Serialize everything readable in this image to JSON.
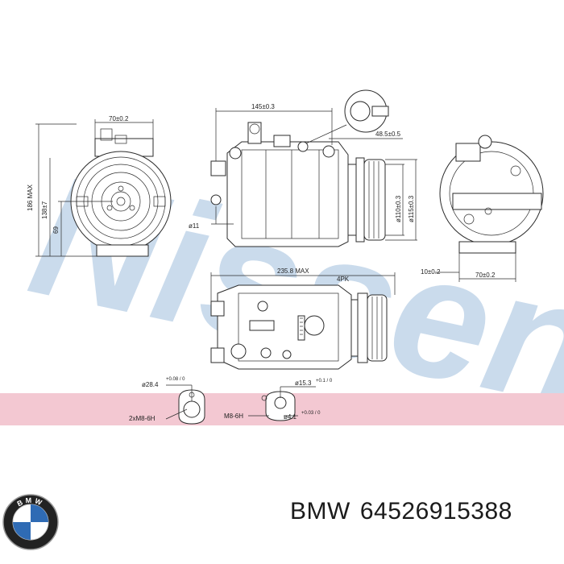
{
  "watermark": {
    "text": "Nissens",
    "color": "#b9cfe6"
  },
  "band_color": "#f3c8d2",
  "dimensions": {
    "width_top": "70±0.2",
    "height_max": "186 MAX",
    "height_mid": "138±7",
    "height_low": "69",
    "length_top": "145±0.3",
    "pulley_offset": "48.5±0.5",
    "hole_dia": "ø11",
    "pulley_dia_a": "ø110±0.3",
    "pulley_dia_b": "ø115±0.3",
    "offset_side": "10±0.2",
    "width_side": "70±0.2",
    "total_length": "235.8 MAX",
    "belt": "4PK",
    "port_a_dia": "ø28.4",
    "port_a_dia_tol": "+0.08 / 0",
    "port_a_thread": "2xM8-6H",
    "port_b_dia": "ø15.3",
    "port_b_dia_tol": "+0.1 / 0",
    "port_b_thread": "M8-6H",
    "port_b_hole": "ø4.1",
    "port_b_hole_tol": "+0.03 / 0"
  },
  "caption": {
    "brand": "BMW",
    "part_number": "64526915388"
  },
  "logo": {
    "letters": "BMW",
    "blue": "#2f6bb4",
    "ring": "#222222"
  }
}
